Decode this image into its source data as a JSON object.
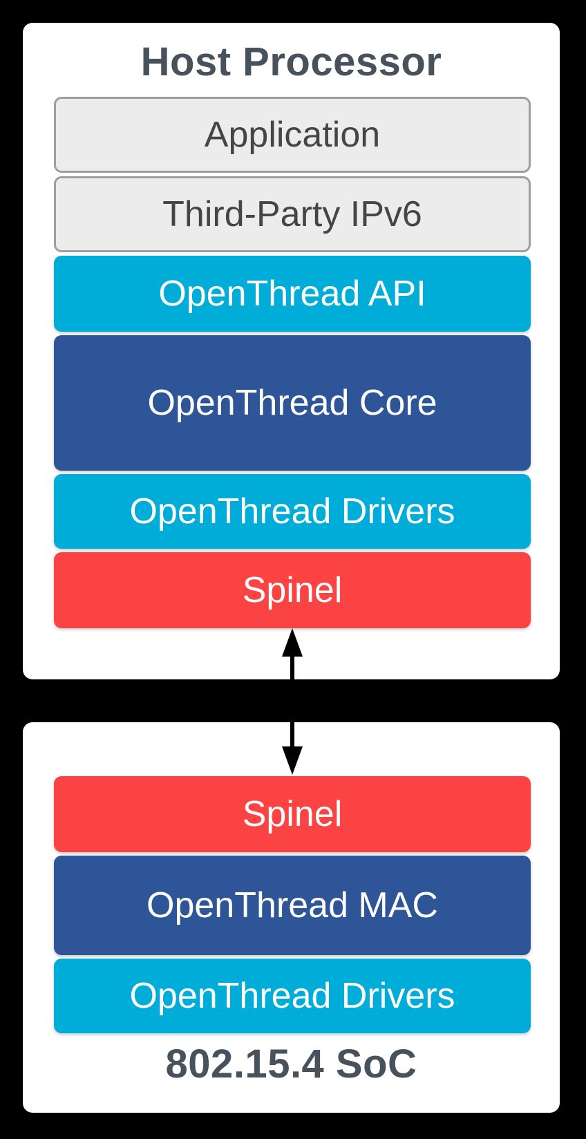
{
  "colors": {
    "background": "#000000",
    "panel": "#FFFFFF",
    "gray_fill": "#ECECEC",
    "gray_border": "#9E9E9E",
    "cyan": "#00ADD8",
    "blue": "#2E5597",
    "red": "#FC4343",
    "title_text": "#47525C",
    "gray_text": "#454545",
    "white_text": "#FFFFFF",
    "arrow": "#000000"
  },
  "host_panel": {
    "title": "Host Processor",
    "layers": [
      {
        "label": "Application",
        "style": "gray"
      },
      {
        "label": "Third-Party IPv6",
        "style": "gray"
      },
      {
        "label": "OpenThread API",
        "style": "cyan"
      },
      {
        "label": "OpenThread Core",
        "style": "blue"
      },
      {
        "label": "OpenThread Drivers",
        "style": "cyan"
      },
      {
        "label": "Spinel",
        "style": "red"
      }
    ]
  },
  "soc_panel": {
    "title": "802.15.4 SoC",
    "layers": [
      {
        "label": "Spinel",
        "style": "red"
      },
      {
        "label": "OpenThread MAC",
        "style": "blue"
      },
      {
        "label": "OpenThread Drivers",
        "style": "cyan"
      }
    ]
  },
  "connector": {
    "type": "double-headed-arrow"
  }
}
